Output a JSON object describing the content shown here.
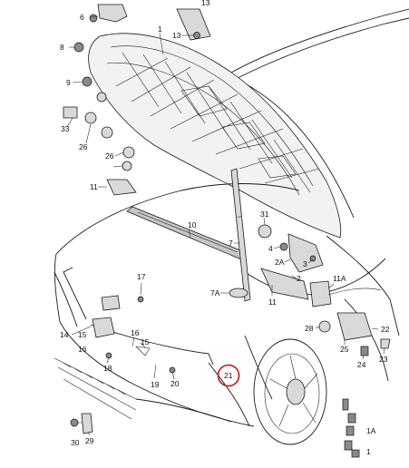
{
  "callouts": [
    {
      "id": "c-13a",
      "text": "13"
    },
    {
      "id": "c-6",
      "text": "6"
    },
    {
      "id": "c-1",
      "text": "1"
    },
    {
      "id": "c-13b",
      "text": "13"
    },
    {
      "id": "c-8",
      "text": "8"
    },
    {
      "id": "c-9",
      "text": "9"
    },
    {
      "id": "c-33",
      "text": "33"
    },
    {
      "id": "c-26a",
      "text": "26"
    },
    {
      "id": "c-26b",
      "text": "26"
    },
    {
      "id": "c-11a",
      "text": "11"
    },
    {
      "id": "c-10",
      "text": "10"
    },
    {
      "id": "c-31",
      "text": "31"
    },
    {
      "id": "c-7",
      "text": "7"
    },
    {
      "id": "c-4",
      "text": "4"
    },
    {
      "id": "c-2A",
      "text": "2A"
    },
    {
      "id": "c-3",
      "text": "3"
    },
    {
      "id": "c-2",
      "text": "2"
    },
    {
      "id": "c-17",
      "text": "17"
    },
    {
      "id": "c-7A",
      "text": "7A"
    },
    {
      "id": "c-11b",
      "text": "11"
    },
    {
      "id": "c-11A",
      "text": "11A"
    },
    {
      "id": "c-14",
      "text": "14"
    },
    {
      "id": "c-15a",
      "text": "15"
    },
    {
      "id": "c-16a",
      "text": "16"
    },
    {
      "id": "c-16b",
      "text": "16"
    },
    {
      "id": "c-15b",
      "text": "15"
    },
    {
      "id": "c-18",
      "text": "18"
    },
    {
      "id": "c-19",
      "text": "19"
    },
    {
      "id": "c-20",
      "text": "20"
    },
    {
      "id": "c-21",
      "text": "21"
    },
    {
      "id": "c-28",
      "text": "28"
    },
    {
      "id": "c-22",
      "text": "22"
    },
    {
      "id": "c-25",
      "text": "25"
    },
    {
      "id": "c-24",
      "text": "24"
    },
    {
      "id": "c-23",
      "text": "23"
    },
    {
      "id": "c-30",
      "text": "30"
    },
    {
      "id": "c-29",
      "text": "29"
    },
    {
      "id": "c-1A",
      "text": "1A"
    },
    {
      "id": "c-1b",
      "text": "1"
    }
  ],
  "highlight": {
    "callout": "21",
    "color": "#c0181e"
  }
}
